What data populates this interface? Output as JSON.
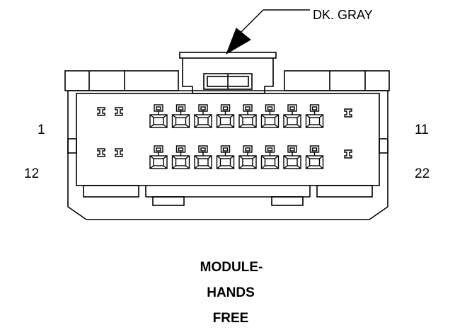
{
  "wire_color_label": "DK. GRAY",
  "pin_labels": {
    "top_left": "1",
    "top_right": "11",
    "bottom_left": "12",
    "bottom_right": "22"
  },
  "title": {
    "line1": "MODULE-",
    "line2": "HANDS",
    "line3": "FREE"
  },
  "colors": {
    "stroke": "#000000",
    "background": "#ffffff"
  }
}
